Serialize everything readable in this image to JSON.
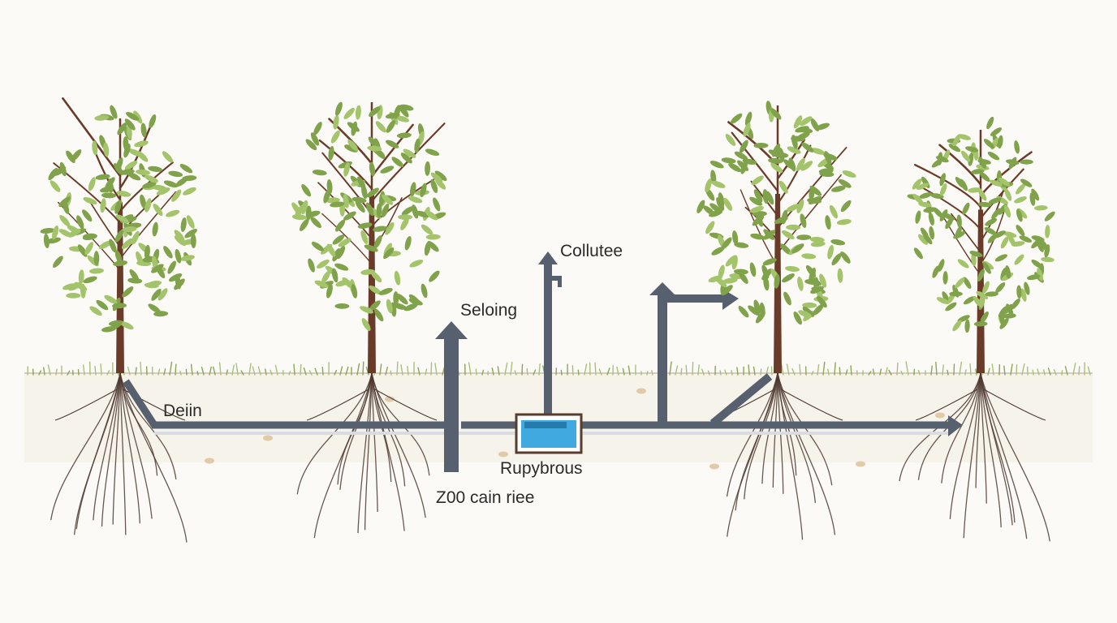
{
  "labels": {
    "drain": "Deiin",
    "seloing": "Seloing",
    "collutee": "Collutee",
    "rupybrous": "Rupybrous",
    "zoo": "Z00 cain riee"
  },
  "colors": {
    "background": "#fbfaf6",
    "soil": "#f3efe6",
    "pipe": "#56606e",
    "trunk": "#6b3b2a",
    "leaf": "#7fa24a",
    "leaf_light": "#a3c46a",
    "grass": "#8aa656",
    "water": "#3fa9e0",
    "tank_frame": "#5a3c2c",
    "root": "#4e3a33"
  },
  "icons": [
    "tree-icon",
    "water-tank-icon",
    "arrow-up-icon",
    "arrow-right-icon"
  ]
}
